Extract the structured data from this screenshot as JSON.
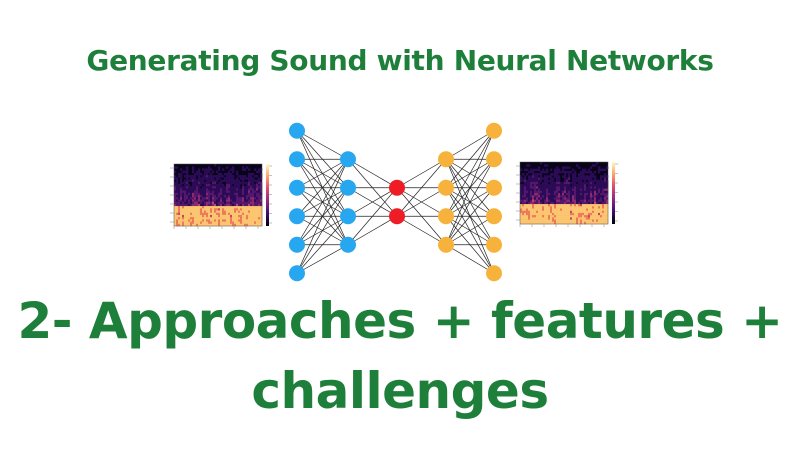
{
  "title": "Generating Sound with Neural Networks",
  "subtitle_line1": "2- Approaches + features +",
  "subtitle_line2": "challenges",
  "colors": {
    "title_green": "#1e7f3a",
    "input_node_blue": "#26a7f0",
    "bottleneck_node_red": "#ee1c25",
    "output_node_orange": "#f7b23b",
    "edge_black": "#222222"
  },
  "network": {
    "layers": [
      {
        "name": "input",
        "nodes": 6,
        "color": "input_node_blue"
      },
      {
        "name": "encoder-hidden",
        "nodes": 4,
        "color": "input_node_blue"
      },
      {
        "name": "bottleneck",
        "nodes": 2,
        "color": "bottleneck_node_red"
      },
      {
        "name": "decoder-hidden",
        "nodes": 4,
        "color": "output_node_orange"
      },
      {
        "name": "output",
        "nodes": 6,
        "color": "output_node_orange"
      }
    ]
  },
  "icons": [
    "spectrogram-input-icon",
    "spectrogram-output-icon"
  ]
}
